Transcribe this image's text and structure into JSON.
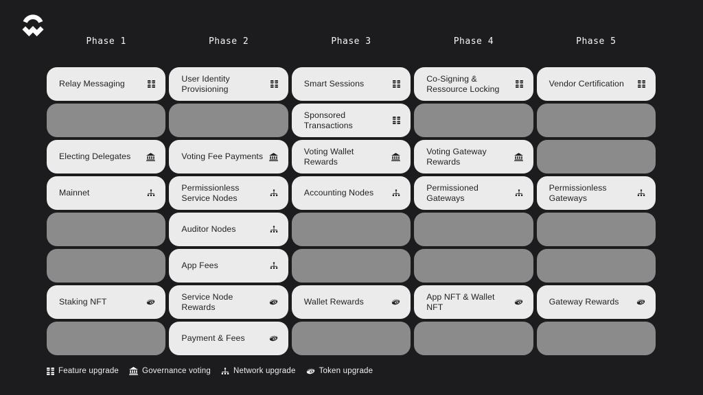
{
  "app": {
    "logo_icon": "walletconnect-logo"
  },
  "phases": [
    "Phase 1",
    "Phase 2",
    "Phase 3",
    "Phase 4",
    "Phase 5"
  ],
  "grid": {
    "rows": [
      [
        {
          "label": "Relay Messaging",
          "icon": "feature"
        },
        {
          "label": "User Identity Provisioning",
          "icon": "feature"
        },
        {
          "label": "Smart Sessions",
          "icon": "feature"
        },
        {
          "label": "Co-Signing & Ressource Locking",
          "icon": "feature"
        },
        {
          "label": "Vendor Certification",
          "icon": "feature"
        }
      ],
      [
        null,
        null,
        {
          "label": "Sponsored Transactions",
          "icon": "feature"
        },
        null,
        null
      ],
      [
        {
          "label": "Electing Delegates",
          "icon": "governance"
        },
        {
          "label": "Voting Fee Payments",
          "icon": "governance"
        },
        {
          "label": "Voting Wallet Rewards",
          "icon": "governance"
        },
        {
          "label": "Voting Gateway Rewards",
          "icon": "governance"
        },
        null
      ],
      [
        {
          "label": "Mainnet",
          "icon": "network"
        },
        {
          "label": "Permissionless Service Nodes",
          "icon": "network"
        },
        {
          "label": "Accounting Nodes",
          "icon": "network"
        },
        {
          "label": "Permissioned Gateways",
          "icon": "network"
        },
        {
          "label": "Permissionless Gateways",
          "icon": "network"
        }
      ],
      [
        null,
        {
          "label": "Auditor Nodes",
          "icon": "network"
        },
        null,
        null,
        null
      ],
      [
        null,
        {
          "label": "App Fees",
          "icon": "network"
        },
        null,
        null,
        null
      ],
      [
        {
          "label": "Staking NFT",
          "icon": "token"
        },
        {
          "label": "Service Node Rewards",
          "icon": "token"
        },
        {
          "label": "Wallet Rewards",
          "icon": "token"
        },
        {
          "label": "App NFT & Wallet NFT",
          "icon": "token"
        },
        {
          "label": "Gateway Rewards",
          "icon": "token"
        }
      ],
      [
        null,
        {
          "label": "Payment & Fees",
          "icon": "token"
        },
        null,
        null,
        null
      ]
    ]
  },
  "legend": {
    "items": [
      {
        "icon": "feature",
        "label": "Feature upgrade"
      },
      {
        "icon": "governance",
        "label": "Governance voting"
      },
      {
        "icon": "network",
        "label": "Network upgrade"
      },
      {
        "icon": "token",
        "label": "Token upgrade"
      }
    ]
  },
  "colors": {
    "background": "#1c1c1e",
    "card_light": "#ebebeb",
    "card_placeholder": "#8b8b8b",
    "card_text": "#1f1f1f",
    "header_text": "#f5f5f5"
  }
}
